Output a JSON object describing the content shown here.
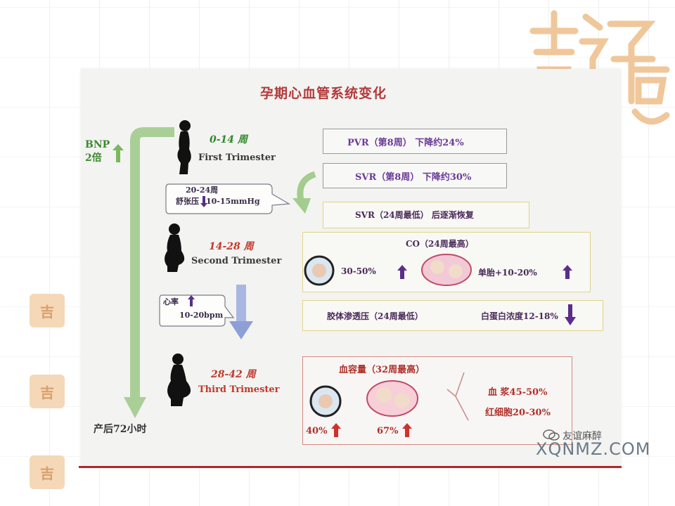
{
  "title": "孕期心血管系统变化",
  "bnp": {
    "label": "BNP",
    "value": "2倍"
  },
  "trimesters": [
    {
      "weeks": "0-14 周",
      "name": "First Trimester"
    },
    {
      "weeks": "14-28 周",
      "name": "Second Trimester"
    },
    {
      "weeks": "28-42 周",
      "name": "Third Trimester"
    }
  ],
  "postpartum": "产后72小时",
  "callouts": {
    "diastolic": {
      "line1": "20-24周",
      "line2a": "舒张压",
      "line2b": "10-15mmHg"
    },
    "heart_rate": {
      "line1": "心率",
      "line2": "10-20bpm"
    }
  },
  "boxes": {
    "pvr": "PVR（第8周） 下降约24%",
    "svr1": "SVR（第8周） 下降约30%",
    "svr2": "SVR（24周最低） 后逐渐恢复",
    "co": {
      "title": "CO（24周最高）",
      "left": "30-50%",
      "right": "单胎+10-20%"
    },
    "colloid": {
      "left": "胶体渗透压（24周最低）",
      "right": "白蛋白浓度12-18%"
    },
    "volume": {
      "title": "血容量（32周最高）",
      "plasma": "血 浆45-50%",
      "rbc": "红细胞20-30%",
      "v1": "40%",
      "v2": "67%"
    }
  },
  "watermark": {
    "name": "友谊麻醉",
    "url": "XQNMZ.COM",
    "logo": "吉祥意"
  },
  "colors": {
    "green": "#8fc07a",
    "purple": "#5a2e8a",
    "red": "#d2302a",
    "blue": "#8ea0d8"
  }
}
